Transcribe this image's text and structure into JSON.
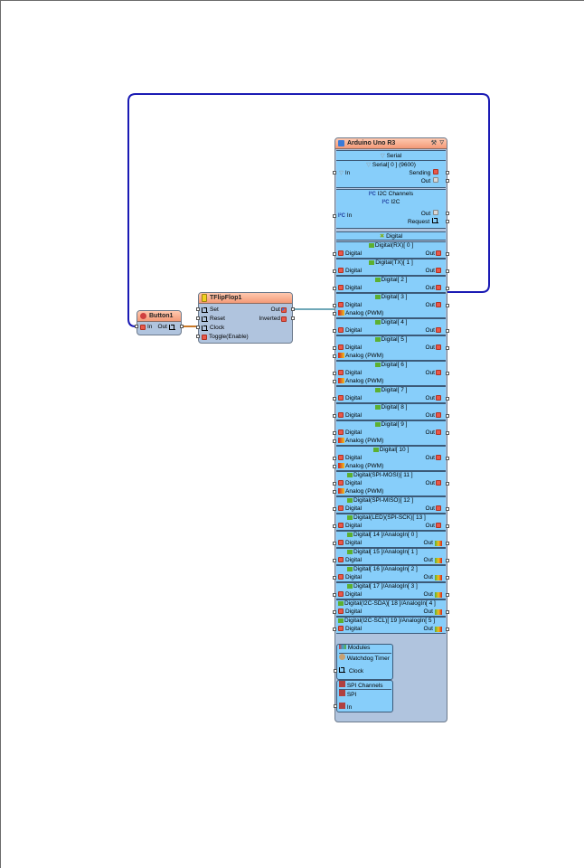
{
  "canvas": {
    "background": "#ffffff",
    "wire_color_blue": "#1a1ab4",
    "wire_color_teal": "#6fa8b8",
    "wire_color_orange": "#c87828"
  },
  "button1": {
    "title": "Button1",
    "pins": {
      "in": "In",
      "out": "Out"
    }
  },
  "tflipflop1": {
    "title": "TFlipFlop1",
    "inputs": [
      "Set",
      "Reset",
      "Clock",
      "Toggle(Enable)"
    ],
    "outputs": [
      "Out",
      "Inverted"
    ]
  },
  "arduino": {
    "title": "Arduino Uno R3",
    "serial": {
      "group": "Serial",
      "channel": "Serial[ 0 ] (9600)",
      "in": "In",
      "sending": "Sending",
      "out": "Out"
    },
    "i2c": {
      "group": "I2C Channels",
      "channel": "I2C",
      "in": "In",
      "out": "Out",
      "request": "Request"
    },
    "digital_group": "Digital",
    "digital": [
      {
        "name": "Digital(RX)[ 0 ]",
        "in": "Digital",
        "out": "Out",
        "pwm": null
      },
      {
        "name": "Digital(TX)[ 1 ]",
        "in": "Digital",
        "out": "Out",
        "pwm": null
      },
      {
        "name": "Digital[ 2 ]",
        "in": "Digital",
        "out": "Out",
        "pwm": null
      },
      {
        "name": "Digital[ 3 ]",
        "in": "Digital",
        "out": "Out",
        "pwm": "Analog (PWM)"
      },
      {
        "name": "Digital[ 4 ]",
        "in": "Digital",
        "out": "Out",
        "pwm": null
      },
      {
        "name": "Digital[ 5 ]",
        "in": "Digital",
        "out": "Out",
        "pwm": "Analog (PWM)"
      },
      {
        "name": "Digital[ 6 ]",
        "in": "Digital",
        "out": "Out",
        "pwm": "Analog (PWM)"
      },
      {
        "name": "Digital[ 7 ]",
        "in": "Digital",
        "out": "Out",
        "pwm": null
      },
      {
        "name": "Digital[ 8 ]",
        "in": "Digital",
        "out": "Out",
        "pwm": null
      },
      {
        "name": "Digital[ 9 ]",
        "in": "Digital",
        "out": "Out",
        "pwm": "Analog (PWM)"
      },
      {
        "name": "Digital[ 10 ]",
        "in": "Digital",
        "out": "Out",
        "pwm": "Analog (PWM)"
      },
      {
        "name": "Digital(SPI-MOSI)[ 11 ]",
        "in": "Digital",
        "out": "Out",
        "pwm": "Analog (PWM)"
      },
      {
        "name": "Digital(SPI-MISO)[ 12 ]",
        "in": "Digital",
        "out": "Out",
        "pwm": null
      },
      {
        "name": "Digital(LED)(SPI-SCK)[ 13 ]",
        "in": "Digital",
        "out": "Out",
        "pwm": null
      },
      {
        "name": "Digital[ 14 ]/AnalogIn[ 0 ]",
        "in": "Digital",
        "out": "Out",
        "pwm": null,
        "analog": true
      },
      {
        "name": "Digital[ 15 ]/AnalogIn[ 1 ]",
        "in": "Digital",
        "out": "Out",
        "pwm": null,
        "analog": true
      },
      {
        "name": "Digital[ 16 ]/AnalogIn[ 2 ]",
        "in": "Digital",
        "out": "Out",
        "pwm": null,
        "analog": true
      },
      {
        "name": "Digital[ 17 ]/AnalogIn[ 3 ]",
        "in": "Digital",
        "out": "Out",
        "pwm": null,
        "analog": true
      },
      {
        "name": "Digital(I2C-SDA)[ 18 ]/AnalogIn[ 4 ]",
        "in": "Digital",
        "out": "Out",
        "pwm": null,
        "analog": true
      },
      {
        "name": "Digital(I2C-SCL)[ 19 ]/AnalogIn[ 5 ]",
        "in": "Digital",
        "out": "Out",
        "pwm": null,
        "analog": true
      }
    ],
    "modules": {
      "group": "Modules",
      "watchdog": "Watchdog Timer",
      "clock": "Clock"
    },
    "spi": {
      "group": "SPI Channels",
      "channel": "SPI",
      "in": "In"
    }
  }
}
